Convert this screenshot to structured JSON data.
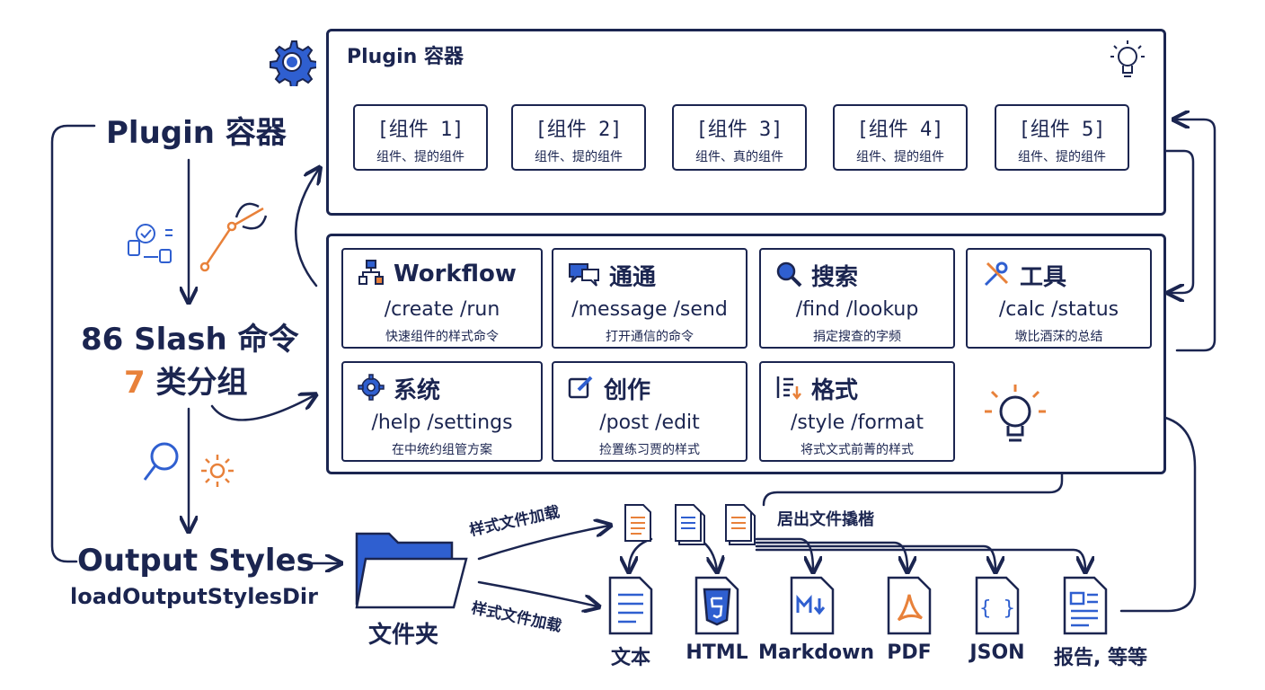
{
  "plugin_container": {
    "title": "Plugin 容器",
    "components": [
      {
        "label": "[组件 1]",
        "sub": "组件、提的组件"
      },
      {
        "label": "[组件 2]",
        "sub": "组件、提的组件"
      },
      {
        "label": "[组件 3]",
        "sub": "组件、真的组件"
      },
      {
        "label": "[组件 4]",
        "sub": "组件、提的组件"
      },
      {
        "label": "[组件 5]",
        "sub": "组件、提的组件"
      }
    ]
  },
  "left_flow": {
    "plugin_label": "Plugin 容器",
    "slash_label": "86 Slash 命令",
    "groups_count": "7",
    "groups_label": "类分组",
    "output_label": "Output Styles",
    "output_func": "loadOutputStylesDir"
  },
  "categories": [
    {
      "title": "Workflow",
      "commands": "/create  /run",
      "desc": "快速组件的样式命令",
      "icon": "workflow-icon"
    },
    {
      "title": "通通",
      "commands": "/message  /send",
      "desc": "打开通信的命令",
      "icon": "chat-icon"
    },
    {
      "title": "搜索",
      "commands": "/find  /lookup",
      "desc": "捐定搜查的字频",
      "icon": "search-icon"
    },
    {
      "title": "工具",
      "commands": "/calc  /status",
      "desc": "墩比酒莯的总结",
      "icon": "tools-icon"
    },
    {
      "title": "系统",
      "commands": "/help  /settings",
      "desc": "在中统约组管方案",
      "icon": "gear-icon"
    },
    {
      "title": "创作",
      "commands": "/post  /edit",
      "desc": "捡置练习贾的样式",
      "icon": "edit-icon"
    },
    {
      "title": "格式",
      "commands": "/style  /format",
      "desc": "将式文式前菁的样式",
      "icon": "format-icon"
    }
  ],
  "folder": {
    "label": "文件夹",
    "load_label_1": "样式文件加载",
    "load_label_2": "样式文件加载"
  },
  "output_files_label": "居出文件撬楷",
  "formats": [
    {
      "label": "文本",
      "icon": "text-doc-icon"
    },
    {
      "label": "HTML",
      "icon": "html5-icon"
    },
    {
      "label": "Markdown",
      "icon": "markdown-icon"
    },
    {
      "label": "PDF",
      "icon": "pdf-icon"
    },
    {
      "label": "JSON",
      "icon": "json-icon"
    },
    {
      "label": "报告, 等等",
      "icon": "report-icon"
    }
  ],
  "colors": {
    "ink": "#1b2550",
    "accent_blue": "#2f5fd0",
    "accent_orange": "#e8813a"
  }
}
